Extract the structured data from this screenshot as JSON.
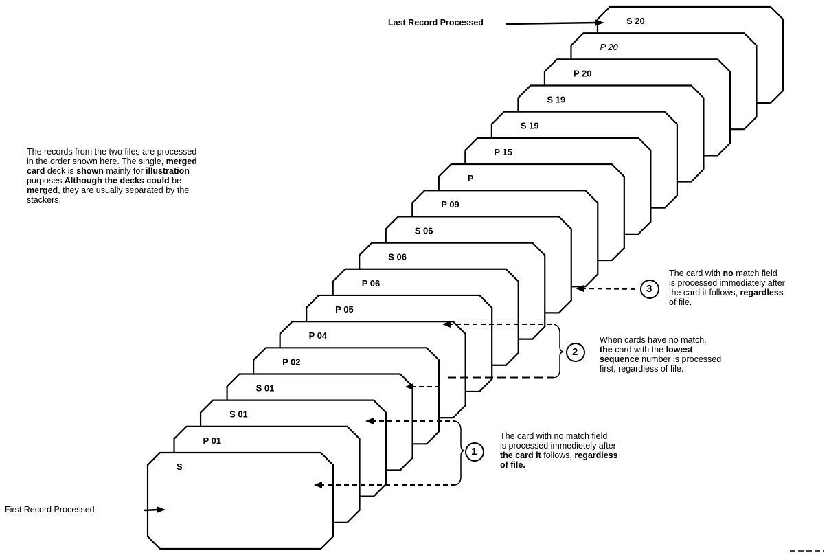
{
  "cards": [
    {
      "label": "S 20",
      "italic": false
    },
    {
      "label": "P 20",
      "italic": true
    },
    {
      "label": "P 20",
      "italic": false
    },
    {
      "label": "S 19",
      "italic": false
    },
    {
      "label": "S 19",
      "italic": false
    },
    {
      "label": "P 15",
      "italic": false
    },
    {
      "label": "P",
      "italic": false
    },
    {
      "label": "P 09",
      "italic": false
    },
    {
      "label": "S 06",
      "italic": false
    },
    {
      "label": "S 06",
      "italic": false
    },
    {
      "label": "P 06",
      "italic": false
    },
    {
      "label": "P 05",
      "italic": false
    },
    {
      "label": "P 04",
      "italic": false
    },
    {
      "label": "P 02",
      "italic": false
    },
    {
      "label": "S 01",
      "italic": false
    },
    {
      "label": "S 01",
      "italic": false
    },
    {
      "label": "P 01",
      "italic": false
    },
    {
      "label": "S",
      "italic": false
    }
  ],
  "labels": {
    "last_record": "Last Record Processed",
    "first_record": "First Record Processed"
  },
  "intro_note": {
    "line1": "The records from the two files are processed",
    "line2a": "in the order shown here.  The single, ",
    "line2b": "merged",
    "line3a": "card",
    "line3b": " deck is ",
    "line3c": "shown",
    "line3d": " mainly for ",
    "line3e": "illustration",
    "line4a": "purposes  ",
    "line4b": "Although the decks could",
    "line4c": " be",
    "line5a": "merged",
    "line5b": ", they are usually separated by the",
    "line6": "stackers."
  },
  "callouts": [
    {
      "number": "1",
      "line1": "The card with no match field",
      "line2": "is processed immedietely after",
      "line3a": "the card it",
      "line3b": " follows, ",
      "line3c": "regardless",
      "line4": "of file."
    },
    {
      "number": "2",
      "line1": "When cards have no match.",
      "line2a": "the",
      "line2b": " card with the ",
      "line2c": "lowest",
      "line3a": "sequence",
      "line3b": " number is processed",
      "line4": "first, regardless of file."
    },
    {
      "number": "3",
      "line1a": "The card with ",
      "line1b": "no",
      "line1c": " match field",
      "line2": "is processed immediately after",
      "line3a": "the card it follows, ",
      "line3b": "regardless",
      "line4": "of file."
    }
  ]
}
